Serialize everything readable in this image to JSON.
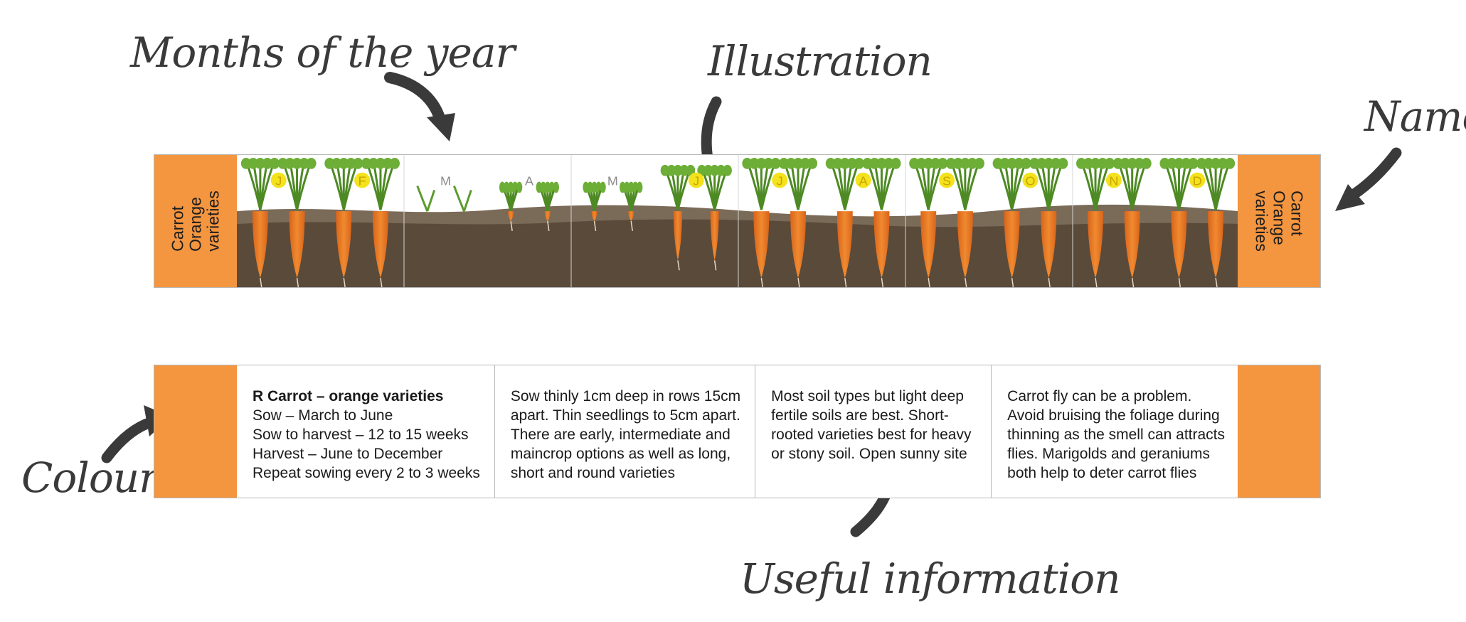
{
  "callouts": {
    "months": "Months of the year",
    "illustration": "Illustration",
    "name": "Name",
    "colour": "Colour",
    "useful": "Useful information"
  },
  "colors": {
    "accent": "#F4953F",
    "soil": "#5A4A3A",
    "carrot": "#EE7A22",
    "leaf": "#5C9B2E",
    "month_dot": "#F3E21C",
    "arrow": "#3A3A3A"
  },
  "strip_top": {
    "name_lines": [
      "Carrot",
      "Orange",
      "varieties"
    ],
    "months": [
      "J",
      "F",
      "M",
      "A",
      "M",
      "J",
      "J",
      "A",
      "S",
      "O",
      "N",
      "D"
    ]
  },
  "strip_bottom": {
    "cells": [
      [
        "R Carrot – orange varieties",
        "Sow – March to June",
        "Sow to harvest – 12 to 15 weeks",
        "Harvest – June to December",
        "Repeat sowing every 2 to 3 weeks"
      ],
      [
        "Sow thinly 1cm deep in rows 15cm",
        "apart. Thin seedlings to 5cm apart.",
        "There are early, intermediate and",
        "maincrop options as well as long,",
        "short and round varieties"
      ],
      [
        "Most soil types but light deep",
        "fertile soils are best. Short-",
        "rooted varieties best for heavy",
        "or stony soil. Open sunny site"
      ],
      [
        "Carrot fly can be a problem.",
        "Avoid bruising the foliage during",
        "thinning as the smell can attracts",
        "flies. Marigolds and geraniums",
        "both help to deter carrot flies"
      ]
    ]
  }
}
